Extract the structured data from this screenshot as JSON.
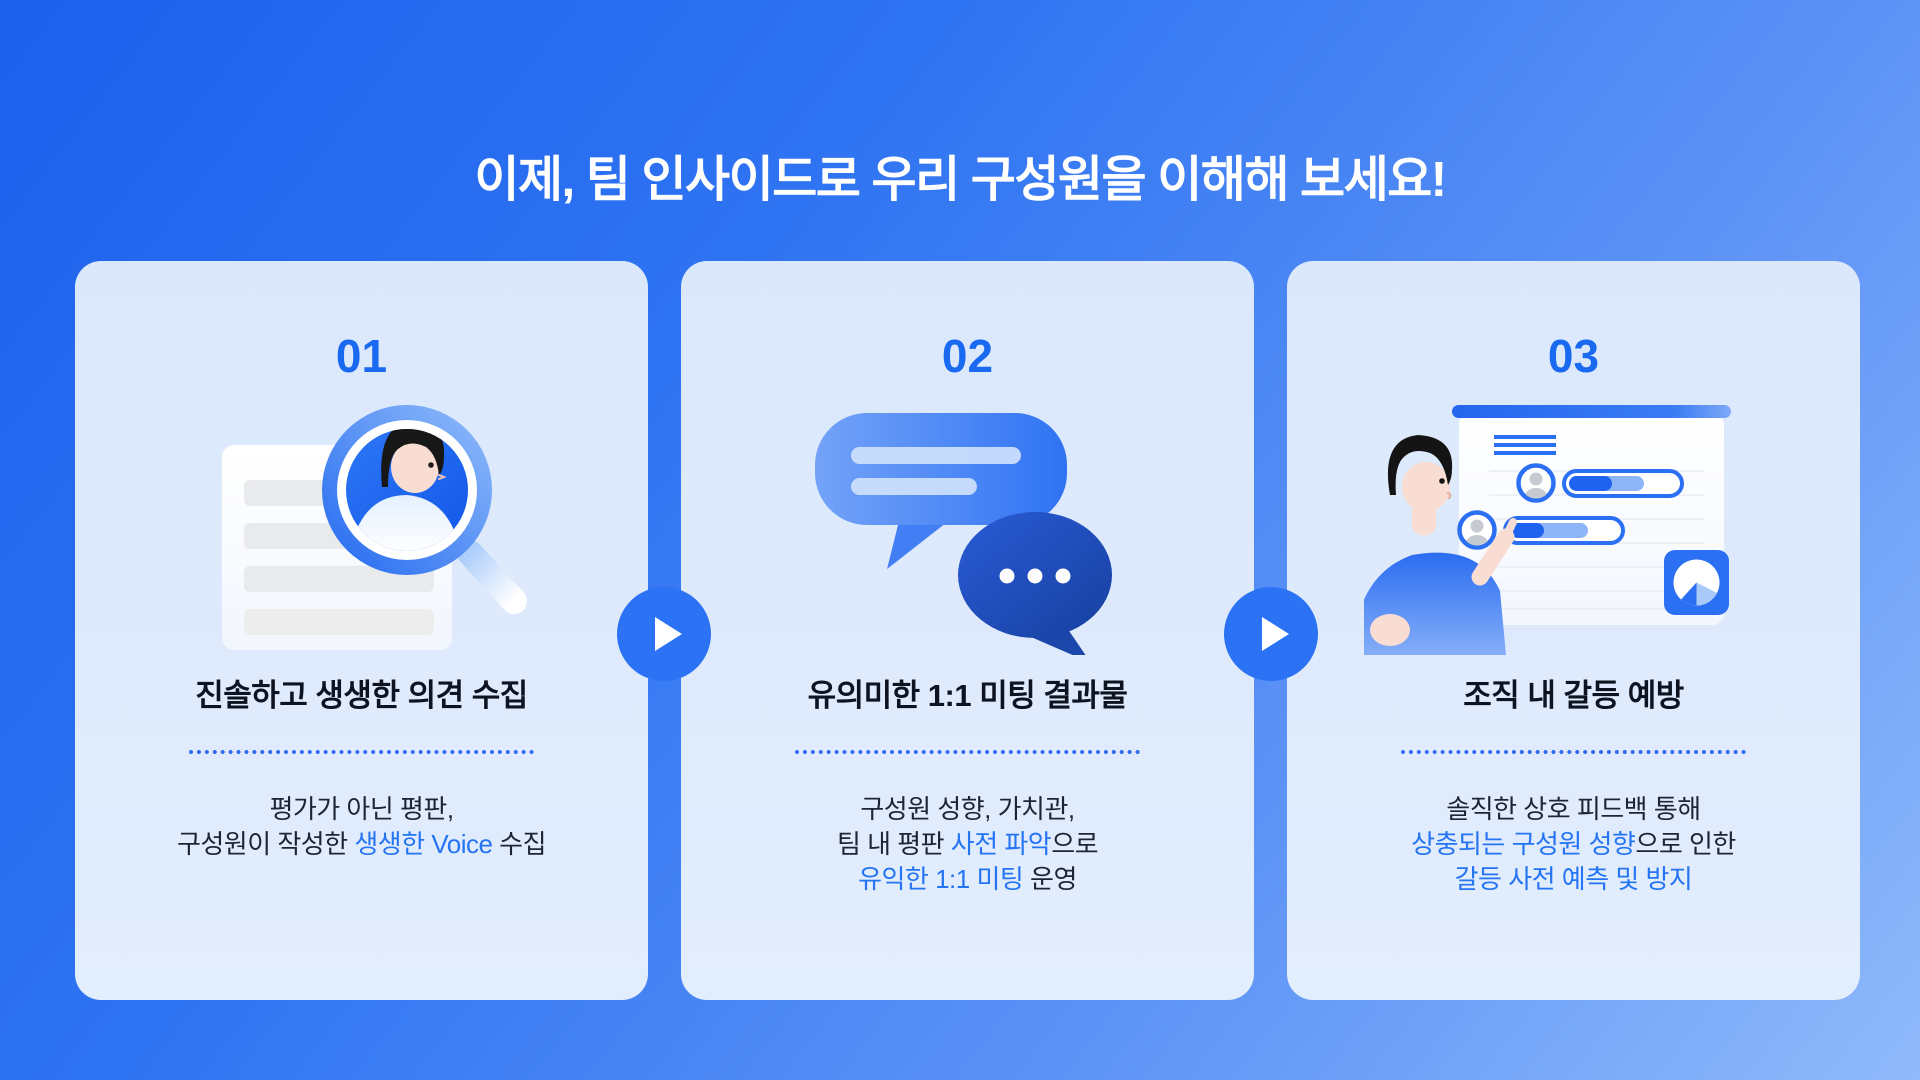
{
  "page": {
    "title": "이제, 팀 인사이드로 우리 구성원을 이해해 보세요!"
  },
  "colors": {
    "background_gradient_start": "#1c61ed",
    "background_gradient_end": "#8fb9fa",
    "card_background": "#dce9fc",
    "number_blue": "#1a6af1",
    "heading_text": "#0d1320",
    "body_text": "#1d2433",
    "highlight_blue": "#2474f3",
    "divider_dotted_blue": "#2b6ff2",
    "arrow_circle_blue": "#2b72f4"
  },
  "icons": {
    "arrow": "play-arrow-icon"
  },
  "cards": [
    {
      "number": "01",
      "illustration": "document-magnifier-illustration",
      "heading": "진솔하고 생생한 의견 수집",
      "body": [
        [
          {
            "text": "평가가 아닌 평판,",
            "highlight": false
          }
        ],
        [
          {
            "text": "구성원이 작성한 ",
            "highlight": false
          },
          {
            "text": "생생한 Voice",
            "highlight": true
          },
          {
            "text": " 수집",
            "highlight": false
          }
        ]
      ]
    },
    {
      "number": "02",
      "illustration": "chat-bubbles-illustration",
      "heading": "유의미한 1:1 미팅 결과물",
      "body": [
        [
          {
            "text": "구성원 성향, 가치관,",
            "highlight": false
          }
        ],
        [
          {
            "text": "팀 내 평판 ",
            "highlight": false
          },
          {
            "text": "사전 파악",
            "highlight": true
          },
          {
            "text": "으로",
            "highlight": false
          }
        ],
        [
          {
            "text": "유익한 1:1 미팅",
            "highlight": true
          },
          {
            "text": " 운영",
            "highlight": false
          }
        ]
      ]
    },
    {
      "number": "03",
      "illustration": "dashboard-person-illustration",
      "heading": "조직 내 갈등 예방",
      "body": [
        [
          {
            "text": "솔직한 상호 피드백 통해",
            "highlight": false
          }
        ],
        [
          {
            "text": "상충되는 구성원 성향",
            "highlight": true
          },
          {
            "text": "으로 인한",
            "highlight": false
          }
        ],
        [
          {
            "text": "갈등 사전 예측 및 방지",
            "highlight": true
          }
        ]
      ]
    }
  ]
}
